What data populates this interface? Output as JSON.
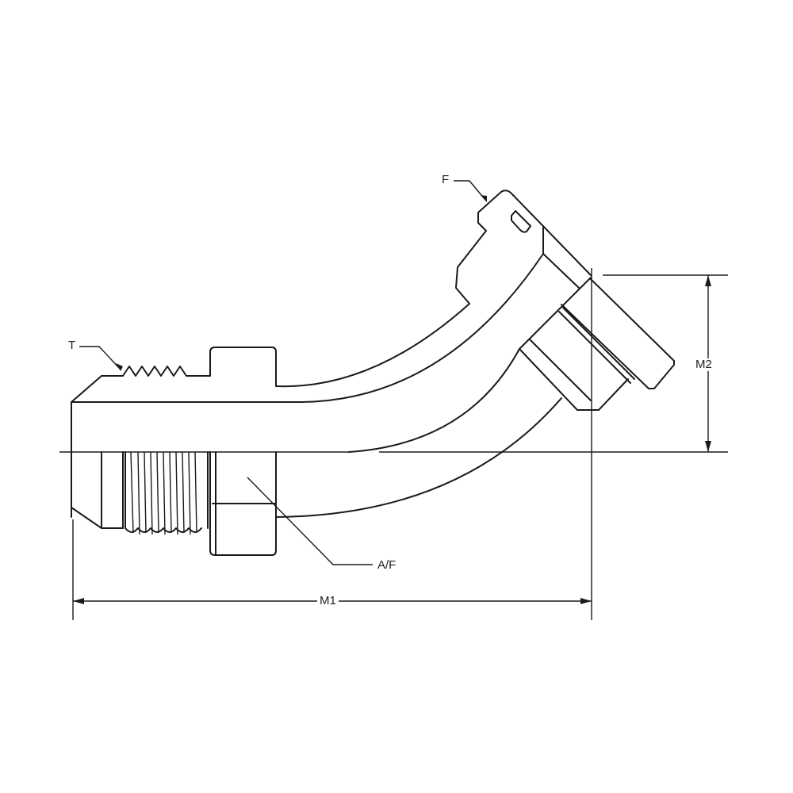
{
  "labels": {
    "thread": "T",
    "flange": "F",
    "across_flats": "A/F",
    "length_m1": "M1",
    "height_m2": "M2"
  },
  "colors": {
    "line": "#1a1a1a",
    "background": "#ffffff"
  }
}
